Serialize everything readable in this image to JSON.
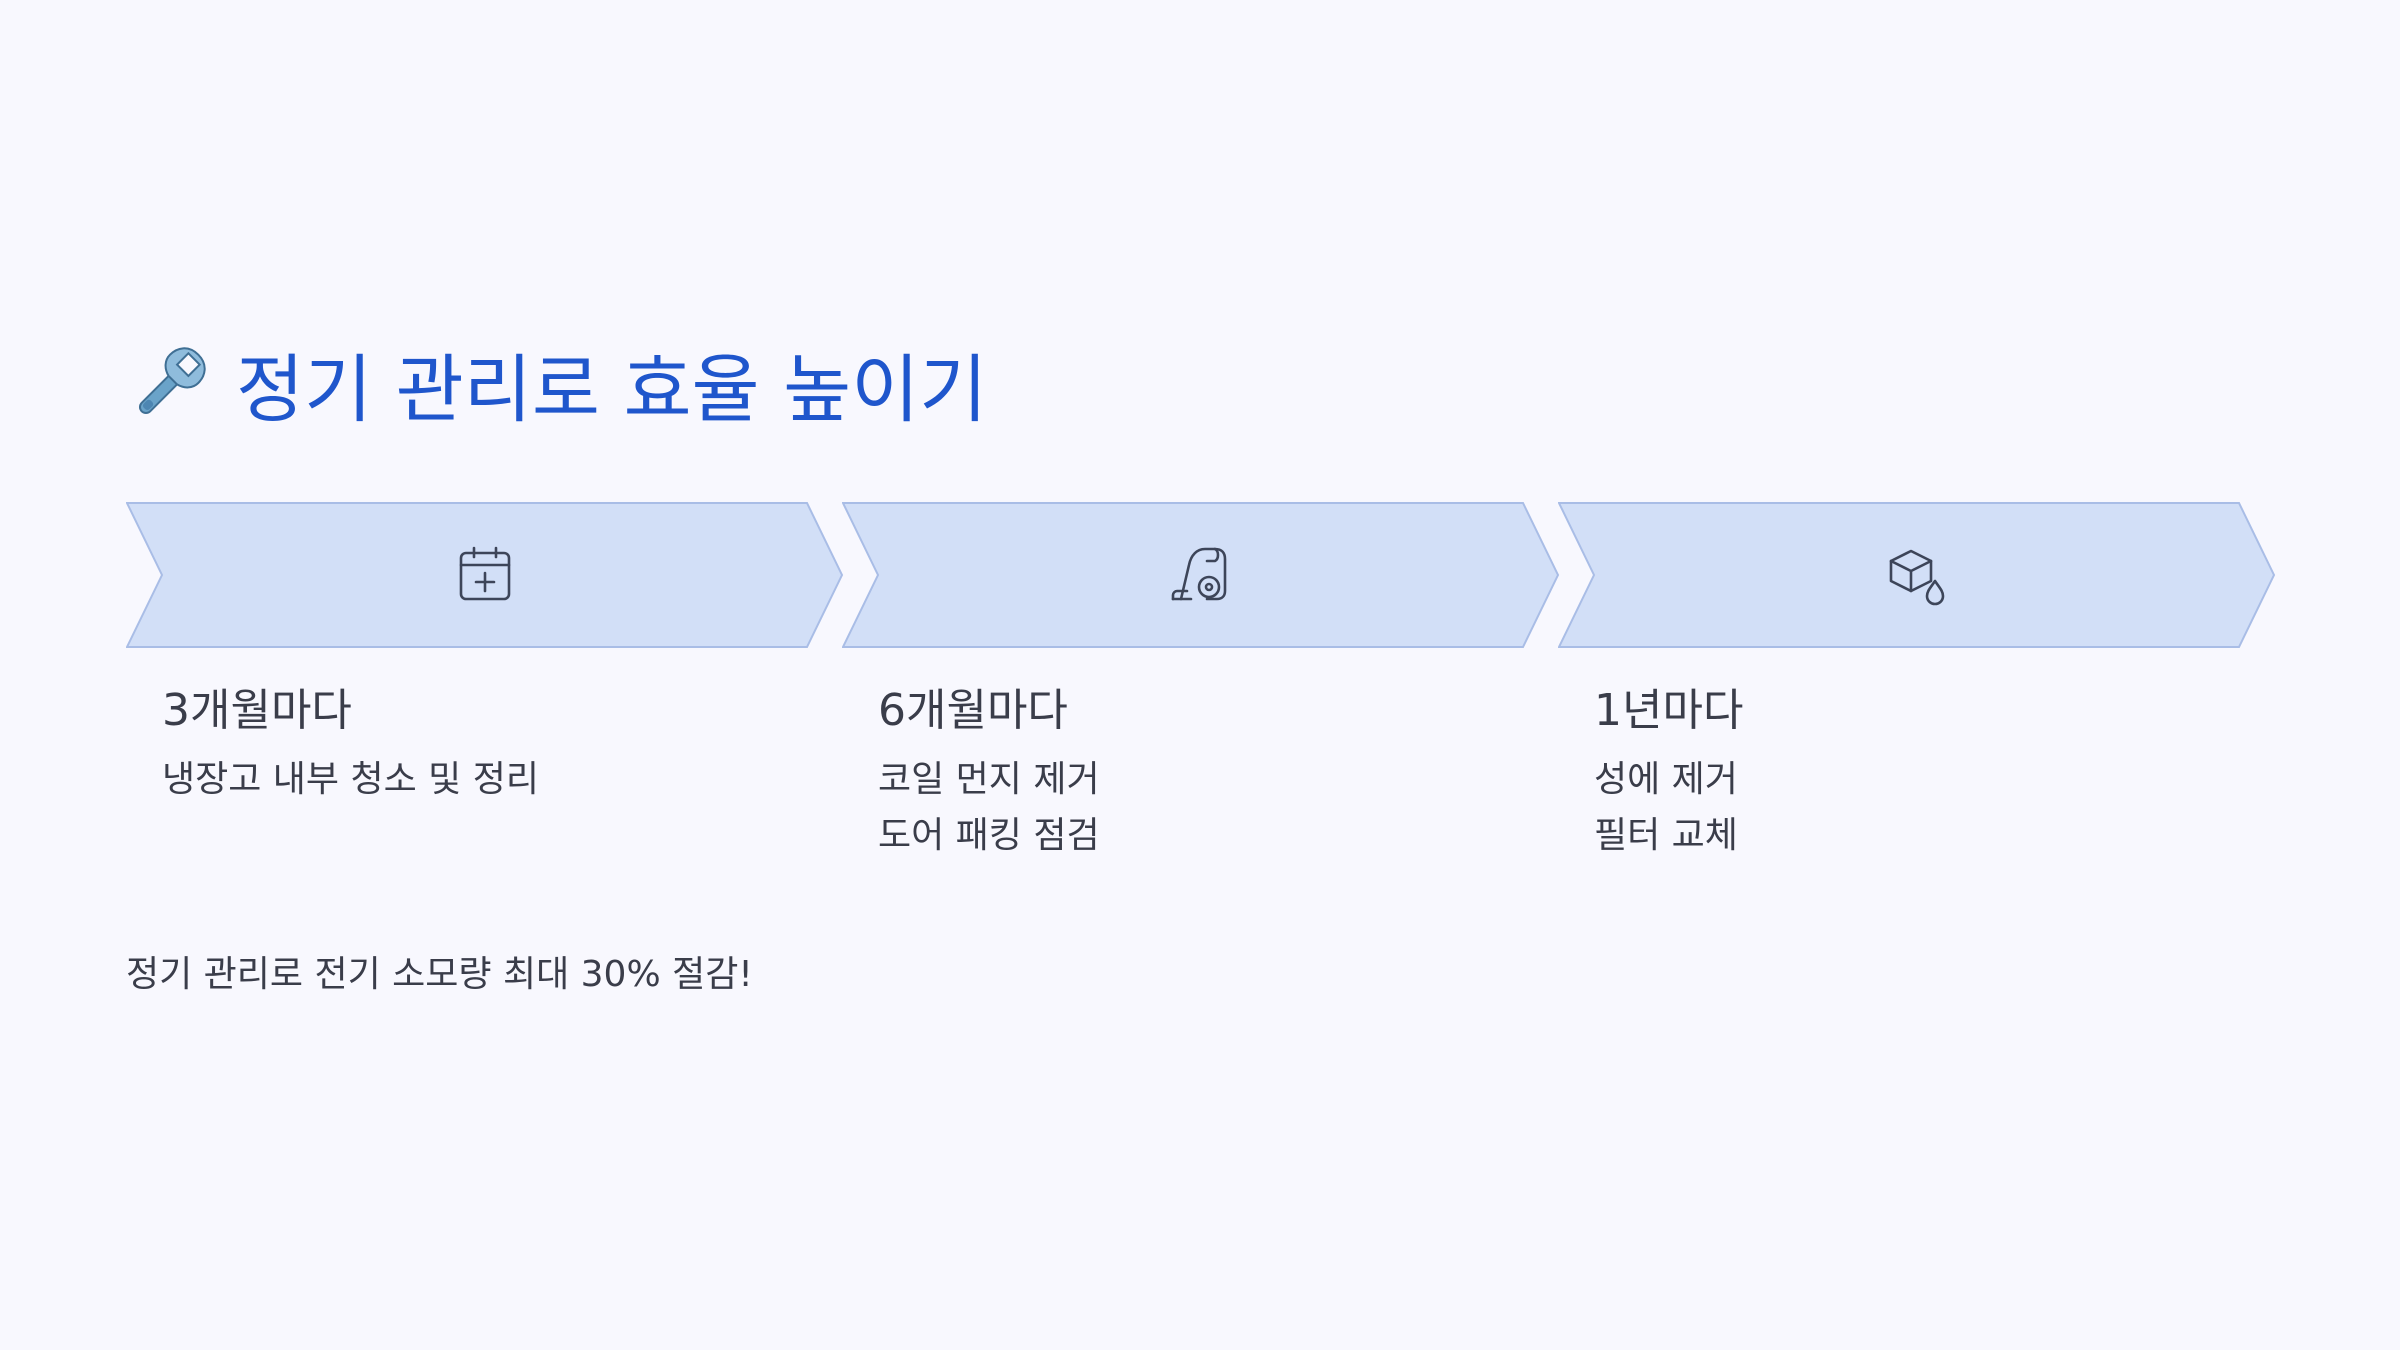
{
  "title": {
    "emoji": "wrench-icon",
    "text": "정기 관리로 효율 높이기",
    "color": "#1f56cc"
  },
  "colors": {
    "background": "#f8f8fe",
    "chevron_fill": "#d2dff7",
    "chevron_stroke": "#a9bde6",
    "icon_stroke": "#3d4559",
    "text": "#3a3d4a"
  },
  "steps": [
    {
      "icon": "calendar-plus-icon",
      "heading": "3개월마다",
      "items": [
        "냉장고 내부 청소 및 정리"
      ]
    },
    {
      "icon": "vacuum-cleaner-icon",
      "heading": "6개월마다",
      "items": [
        "코일 먼지 제거",
        "도어 패킹 점검"
      ]
    },
    {
      "icon": "ice-cube-water-drop-icon",
      "heading": "1년마다",
      "items": [
        "성에 제거",
        "필터 교체"
      ]
    }
  ],
  "footer": {
    "text": "정기 관리로 전기 소모량 최대 30% 절감!"
  }
}
